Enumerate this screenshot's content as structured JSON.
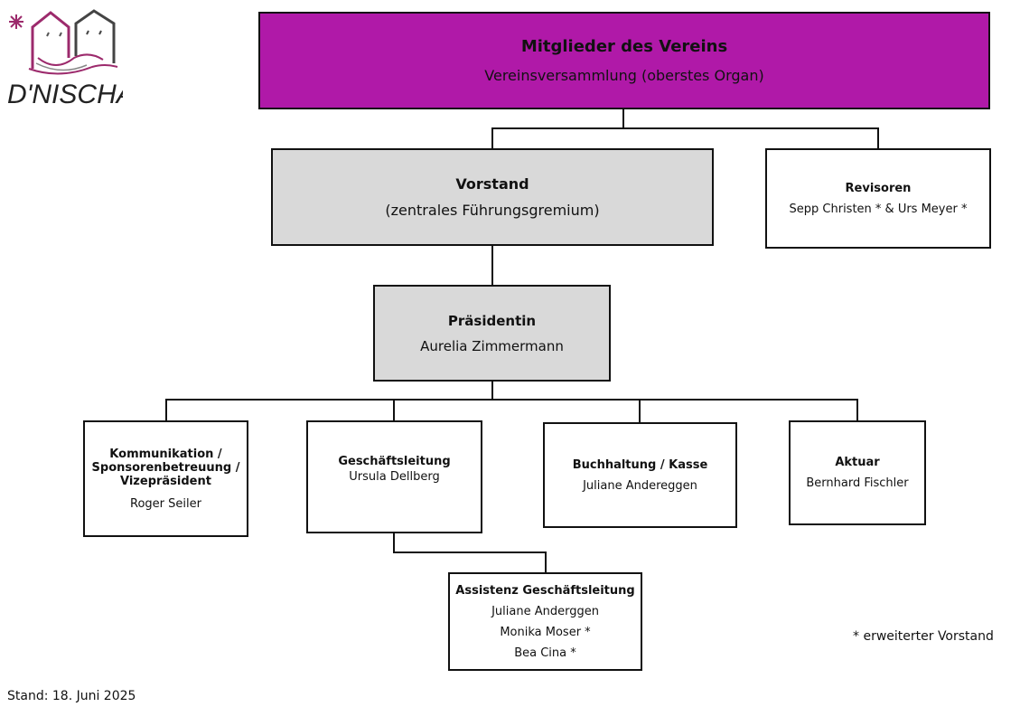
{
  "logo": {
    "text": "D'NISCHA",
    "brand_color": "#9c2a6c"
  },
  "members": {
    "title": "Mitglieder des Vereins",
    "subtitle": "Vereinsversammlung (oberstes Organ)",
    "color": "#b019a8"
  },
  "board": {
    "title": "Vorstand",
    "subtitle": "(zentrales Führungsgremium)",
    "color": "#d9d9d9"
  },
  "auditors": {
    "title": "Revisoren",
    "names": "Sepp Christen * & Urs Meyer *"
  },
  "president": {
    "title": "Präsidentin",
    "name": "Aurelia Zimmermann"
  },
  "communication": {
    "title_lines": [
      "Kommunikation /",
      "Sponsorenbetreuung /",
      "Vizepräsident"
    ],
    "name": "Roger Seiler"
  },
  "management": {
    "title": "Geschäftsleitung",
    "name": "Ursula Dellberg"
  },
  "accounting": {
    "title": "Buchhaltung / Kasse",
    "name": "Juliane Andereggen"
  },
  "actuary": {
    "title": "Aktuar",
    "name": "Bernhard Fischler"
  },
  "assistant": {
    "title": "Assistenz Geschäftsleitung",
    "names": [
      "Juliane Anderggen",
      "Monika Moser *",
      "Bea Cina *"
    ]
  },
  "legend": "* erweiterter Vorstand",
  "footer": "Stand: 18. Juni 2025"
}
